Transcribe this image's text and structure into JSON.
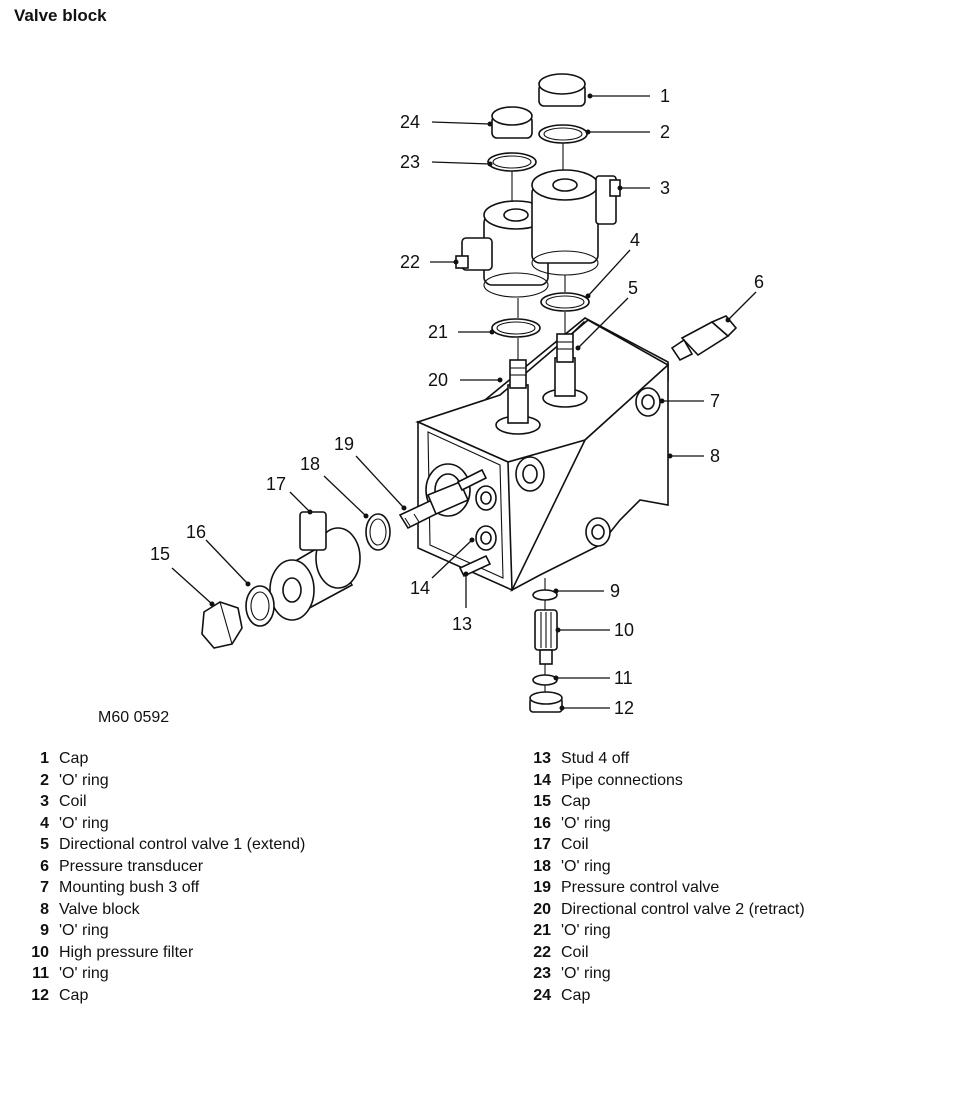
{
  "title": "Valve block",
  "figure_ref": "M60 0592",
  "callouts": [
    "1",
    "2",
    "3",
    "4",
    "5",
    "6",
    "7",
    "8",
    "9",
    "10",
    "11",
    "12",
    "13",
    "14",
    "15",
    "16",
    "17",
    "18",
    "19",
    "20",
    "21",
    "22",
    "23",
    "24"
  ],
  "legend": [
    {
      "num": "1",
      "label": "Cap"
    },
    {
      "num": "2",
      "label": "'O' ring"
    },
    {
      "num": "3",
      "label": "Coil"
    },
    {
      "num": "4",
      "label": "'O' ring"
    },
    {
      "num": "5",
      "label": "Directional control valve 1 (extend)"
    },
    {
      "num": "6",
      "label": "Pressure transducer"
    },
    {
      "num": "7",
      "label": "Mounting bush 3 off"
    },
    {
      "num": "8",
      "label": "Valve block"
    },
    {
      "num": "9",
      "label": "'O' ring"
    },
    {
      "num": "10",
      "label": "High pressure filter"
    },
    {
      "num": "11",
      "label": "'O' ring"
    },
    {
      "num": "12",
      "label": "Cap"
    },
    {
      "num": "13",
      "label": "Stud 4 off"
    },
    {
      "num": "14",
      "label": "Pipe connections"
    },
    {
      "num": "15",
      "label": "Cap"
    },
    {
      "num": "16",
      "label": "'O' ring"
    },
    {
      "num": "17",
      "label": "Coil"
    },
    {
      "num": "18",
      "label": "'O' ring"
    },
    {
      "num": "19",
      "label": "Pressure control valve"
    },
    {
      "num": "20",
      "label": "Directional control valve 2 (retract)"
    },
    {
      "num": "21",
      "label": "'O' ring"
    },
    {
      "num": "22",
      "label": "Coil"
    },
    {
      "num": "23",
      "label": "'O' ring"
    },
    {
      "num": "24",
      "label": "Cap"
    }
  ]
}
